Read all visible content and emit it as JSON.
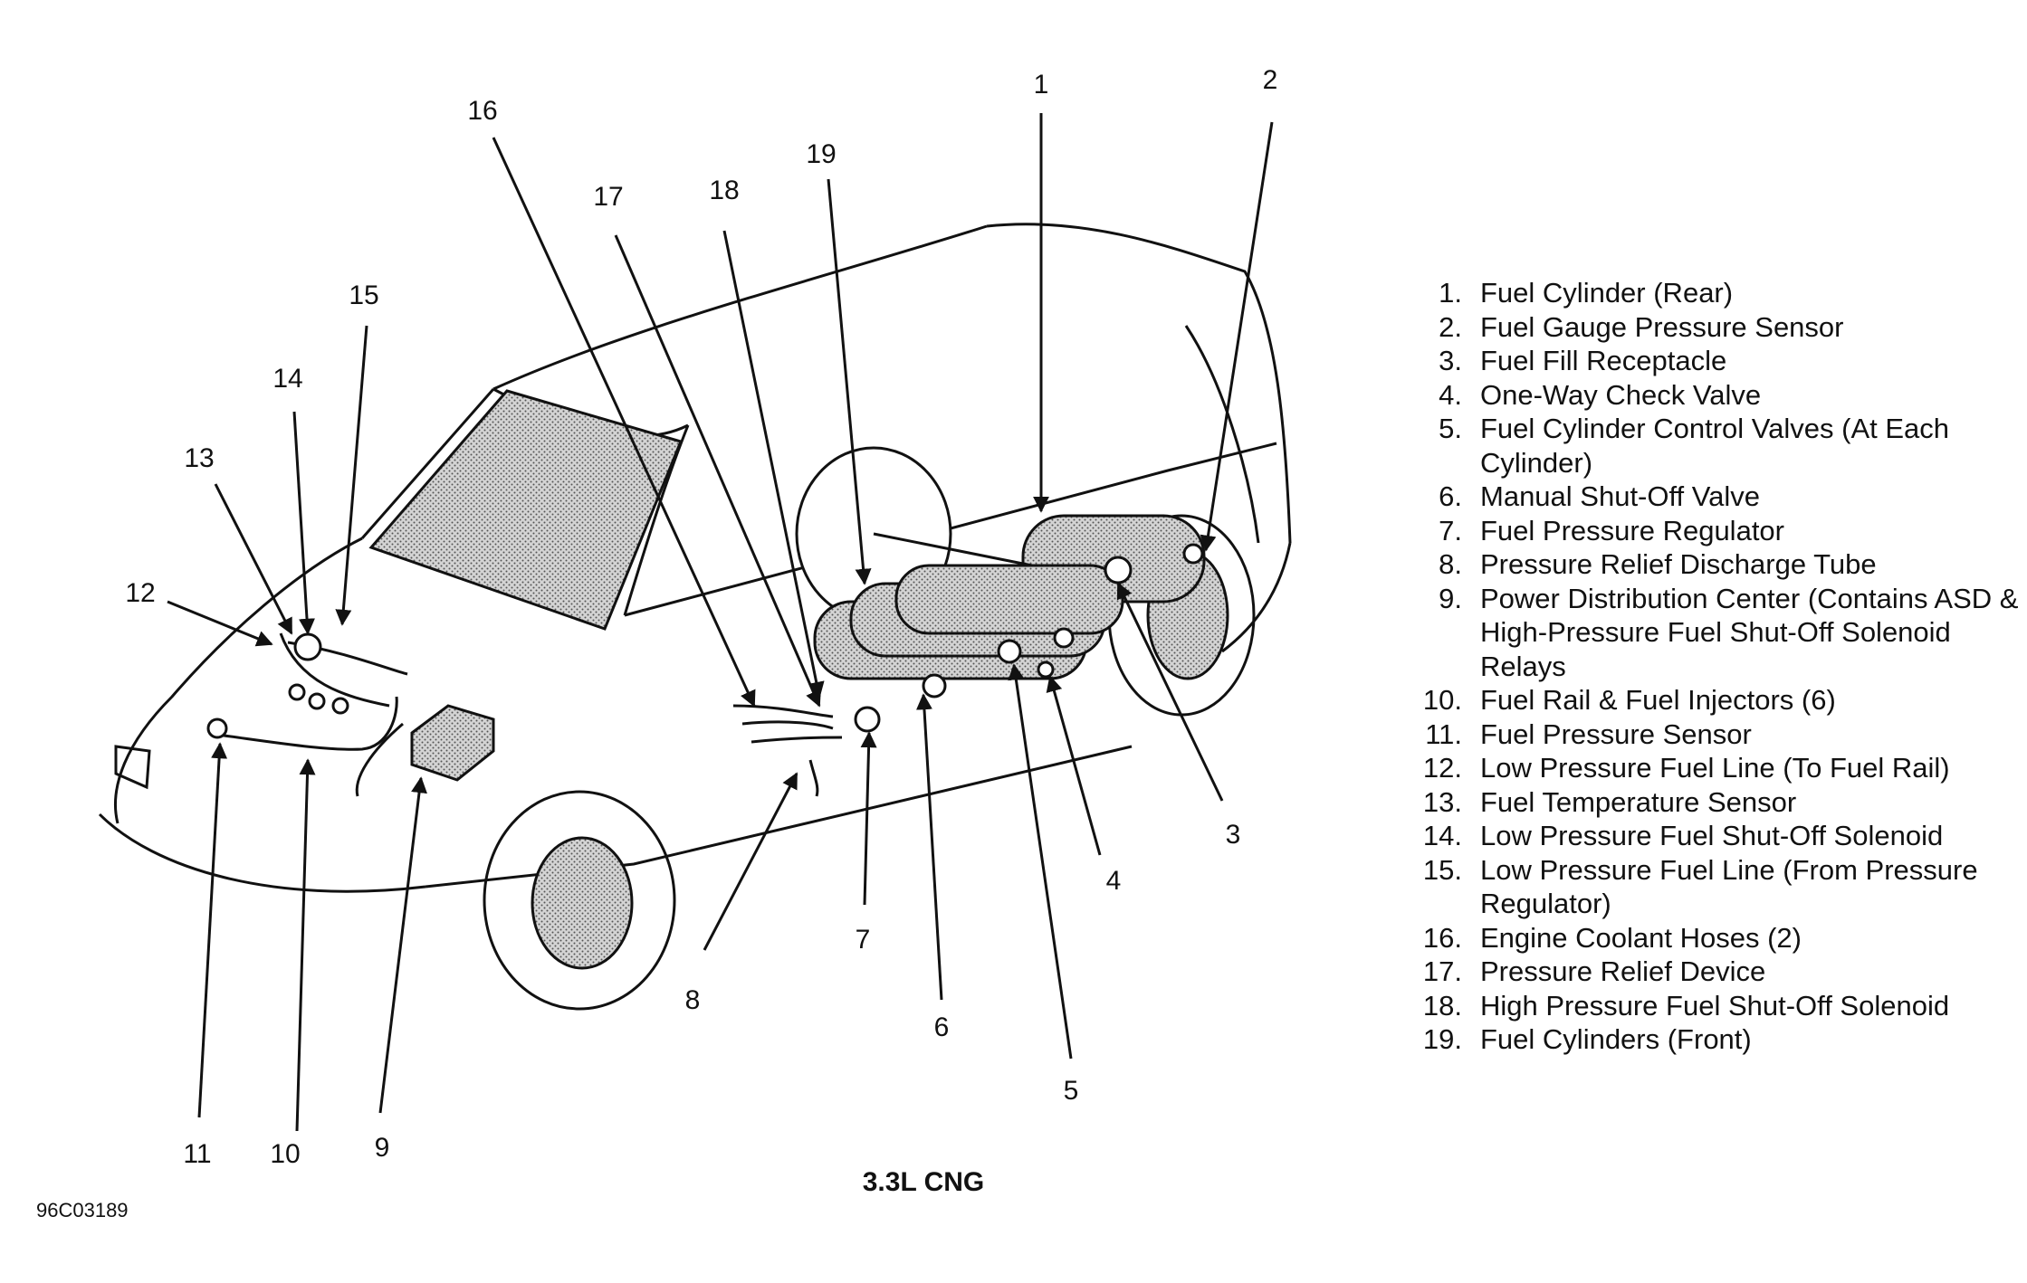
{
  "diagram": {
    "callout_numbers": [
      "1",
      "2",
      "3",
      "4",
      "5",
      "6",
      "7",
      "8",
      "9",
      "10",
      "11",
      "12",
      "13",
      "14",
      "15",
      "16",
      "17",
      "18",
      "19"
    ]
  },
  "legend": [
    {
      "num": "1.",
      "text": "Fuel Cylinder (Rear)"
    },
    {
      "num": "2.",
      "text": "Fuel Gauge Pressure Sensor"
    },
    {
      "num": "3.",
      "text": "Fuel Fill Receptacle"
    },
    {
      "num": "4.",
      "text": "One-Way Check Valve"
    },
    {
      "num": "5.",
      "text": "Fuel Cylinder Control Valves (At Each Cylinder)"
    },
    {
      "num": "6.",
      "text": "Manual Shut-Off Valve"
    },
    {
      "num": "7.",
      "text": "Fuel Pressure Regulator"
    },
    {
      "num": "8.",
      "text": "Pressure Relief Discharge Tube"
    },
    {
      "num": "9.",
      "text": "Power Distribution Center (Contains ASD & High-Pressure Fuel Shut-Off Solenoid Relays"
    },
    {
      "num": "10.",
      "text": "Fuel Rail & Fuel Injectors (6)"
    },
    {
      "num": "11.",
      "text": "Fuel Pressure Sensor"
    },
    {
      "num": "12.",
      "text": "Low Pressure Fuel Line (To Fuel Rail)"
    },
    {
      "num": "13.",
      "text": "Fuel Temperature Sensor"
    },
    {
      "num": "14.",
      "text": "Low Pressure Fuel Shut-Off Solenoid"
    },
    {
      "num": "15.",
      "text": "Low Pressure Fuel Line (From Pressure Regulator)"
    },
    {
      "num": "16.",
      "text": "Engine Coolant Hoses (2)"
    },
    {
      "num": "17.",
      "text": "Pressure Relief Device"
    },
    {
      "num": "18.",
      "text": "High Pressure Fuel Shut-Off Solenoid"
    },
    {
      "num": "19.",
      "text": "Fuel Cylinders (Front)"
    }
  ],
  "caption": "3.3L CNG",
  "figure_id": "96C03189"
}
